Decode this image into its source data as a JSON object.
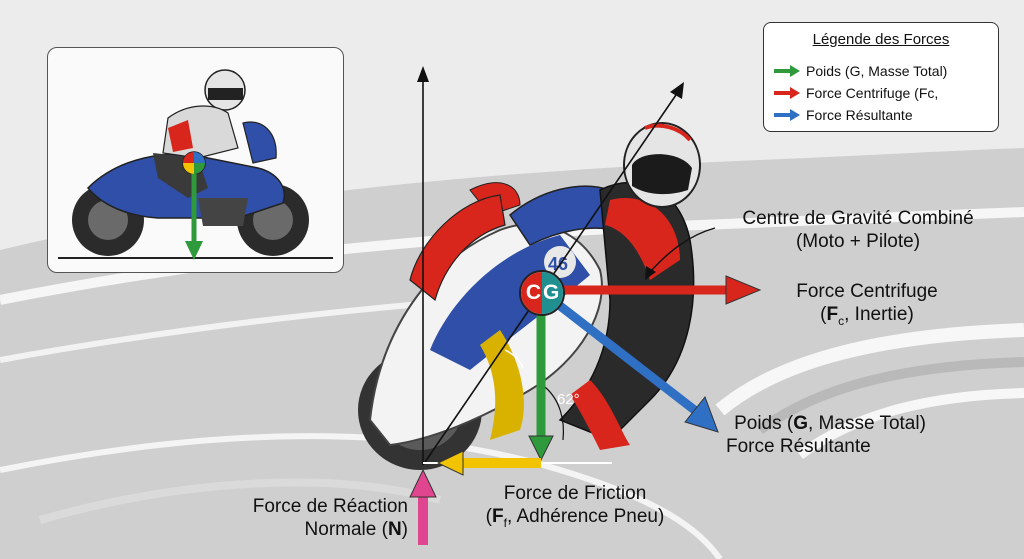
{
  "legend": {
    "title": "Légende des Forces",
    "items": [
      {
        "label": "Poids (G, Masse Total)",
        "color": "#2e9a3c"
      },
      {
        "label": "Force Centrifuge (Fc,",
        "color": "#d9261c"
      },
      {
        "label": "Force Résultante",
        "color": "#2f6fc4"
      }
    ]
  },
  "cg_badge": {
    "c": "C",
    "g": "G",
    "c_color": "#d9261c",
    "g_color": "#1f8f8f"
  },
  "labels": {
    "cg_line1": "Centre de Gravité Combiné",
    "cg_line2": "(Moto + Pilote)",
    "fc_line1": "Force Centrifuge",
    "fc_symbol": "F",
    "fc_sub": "c",
    "fc_rest": ", Inertie)",
    "poids_pre": "Poids (",
    "poids_symbol": "G",
    "poids_rest": ", Masse Total)",
    "resultante": "Force Résultante",
    "friction_line1": "Force de Friction",
    "friction_symbol": "F",
    "friction_sub": "f",
    "friction_rest": ", Adhérence Pneu)",
    "normal_line1": "Force de Réaction",
    "normal_pre": "Normale (",
    "normal_symbol": "N",
    "normal_post": ")",
    "angle": "62°"
  },
  "colors": {
    "gravity": "#2e9a3c",
    "centrifugal": "#d9261c",
    "resultant": "#2f6fc4",
    "friction": "#f2c300",
    "normal": "#e0458f"
  }
}
